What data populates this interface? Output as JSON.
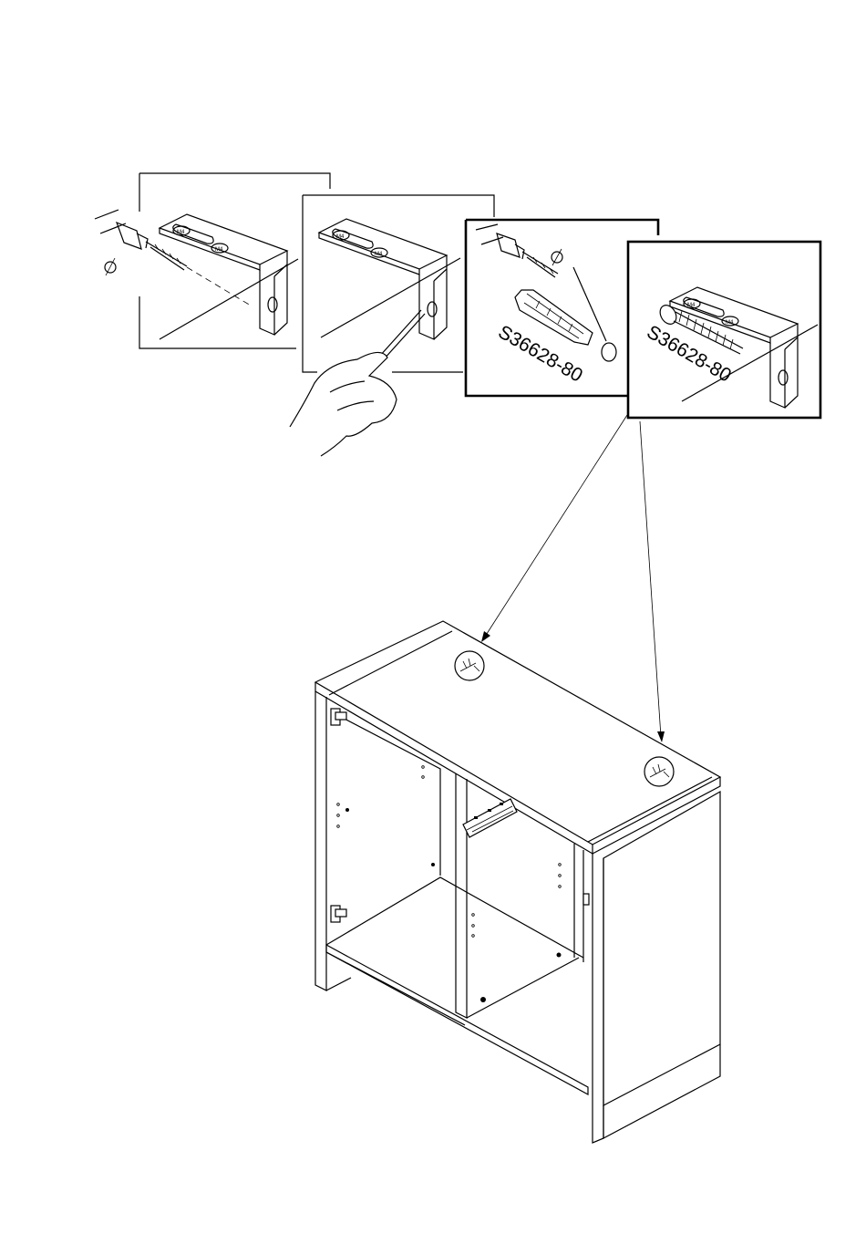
{
  "panels": [
    {
      "id": "drill",
      "label": ""
    },
    {
      "id": "clean",
      "label": ""
    },
    {
      "id": "dowel",
      "label": "S36628-80"
    },
    {
      "id": "screw",
      "label": "S36628-80"
    }
  ],
  "symbols": {
    "diameter": "⌀"
  },
  "icons": [
    "drill-icon",
    "hand-icon",
    "dowel-icon",
    "screw-icon",
    "bracket-icon",
    "wall-fixing-icon",
    "hinge-icon",
    "drawer-runner-icon"
  ],
  "colors": {
    "line": "#000000",
    "background": "#ffffff"
  }
}
